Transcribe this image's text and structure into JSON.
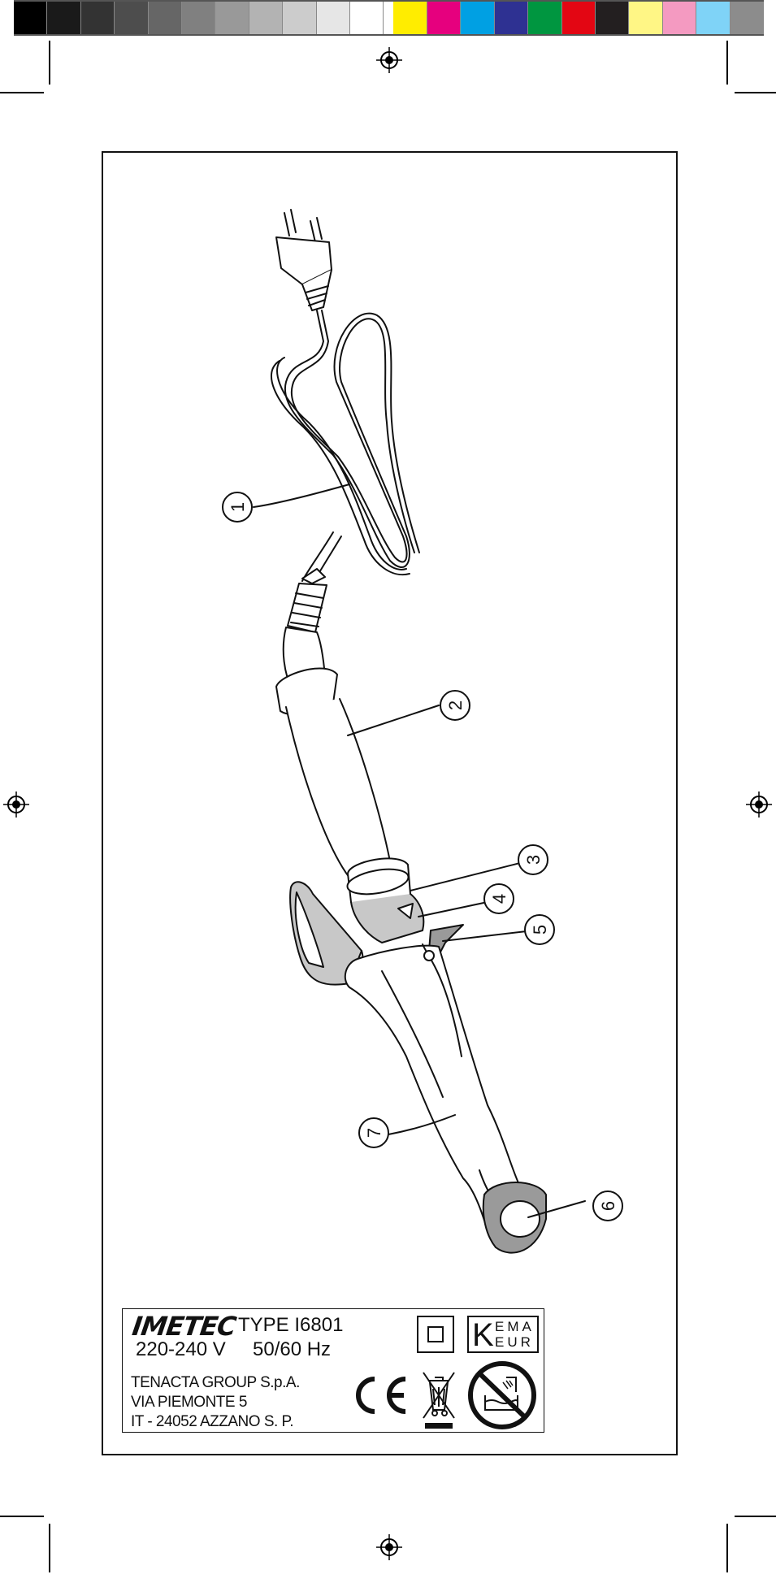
{
  "print_marks": {
    "color_bar": [
      "#000000",
      "#1a1a1a",
      "#333333",
      "#4d4d4d",
      "#666666",
      "#808080",
      "#999999",
      "#b3b3b3",
      "#cccccc",
      "#e6e6e6",
      "#ffffff",
      "#ffed00",
      "#e6007e",
      "#00a0e3",
      "#2e3192",
      "#009640",
      "#e30613",
      "#231f20",
      "#fff685",
      "#f49ac1",
      "#7fd3f7",
      "#8c8c8c"
    ]
  },
  "illustration": {
    "callouts": [
      "1",
      "2",
      "3",
      "4",
      "5",
      "6",
      "7"
    ],
    "colors": {
      "line": "#111111",
      "grey": "#c8c8c8",
      "dark_grey": "#9a9a9a"
    }
  },
  "rating_plate": {
    "brand": "IMETEC",
    "type_label": "TYPE I6801",
    "voltage": "220-240 V",
    "frequency": "50/60 Hz",
    "address": [
      "TENACTA GROUP S.p.A.",
      "VIA PIEMONTE 5",
      "IT - 24052 AZZANO S. P."
    ],
    "kema_top": "EMA",
    "kema_bottom": "EUR",
    "kema_k": "K",
    "ce_mark": "CE"
  }
}
